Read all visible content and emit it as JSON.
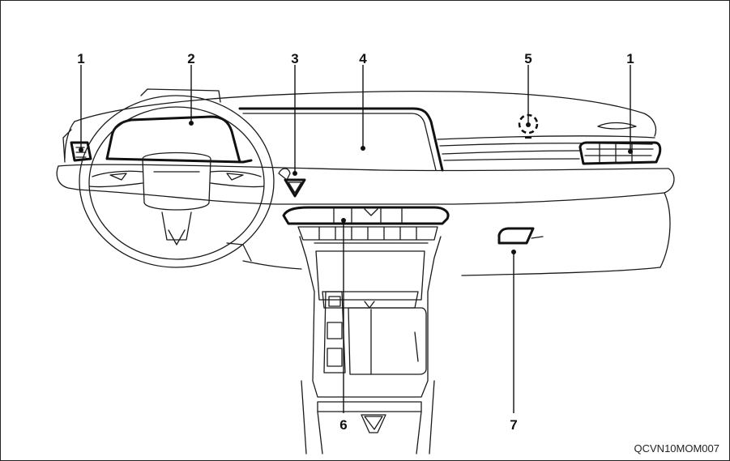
{
  "figure_code": "QCVN10MOM007",
  "callouts": [
    {
      "label": "1"
    },
    {
      "label": "2"
    },
    {
      "label": "3"
    },
    {
      "label": "4"
    },
    {
      "label": "5"
    },
    {
      "label": "1"
    },
    {
      "label": "6"
    },
    {
      "label": "7"
    }
  ]
}
